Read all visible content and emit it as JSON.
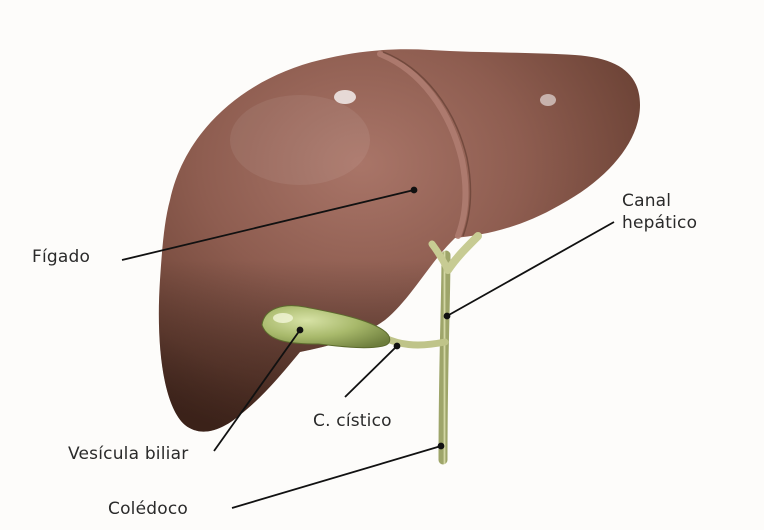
{
  "labels": {
    "liver": "Fígado",
    "hepatic_duct_line1": "Canal",
    "hepatic_duct_line2": "hepático",
    "cystic_duct": "C. cístico",
    "gallbladder": "Vesícula biliar",
    "common_bile_duct": "Colédoco"
  },
  "colors": {
    "liver": "#8a5a4e",
    "liver_shadow": "#4a2e24",
    "gallbladder": "#9fb064",
    "ducts": "#c2c68e",
    "leader_lines": "#111111",
    "text": "#2a2a2a"
  }
}
